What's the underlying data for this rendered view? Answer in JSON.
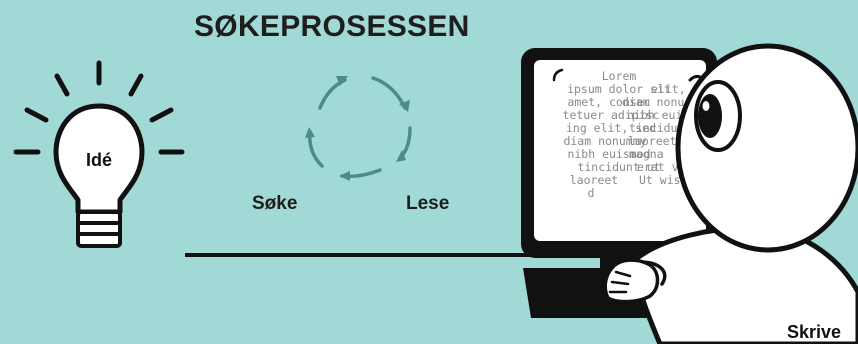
{
  "title": "SØKEPROSESSEN",
  "labels": {
    "idea": "Idé",
    "search": "Søke",
    "read": "Lese",
    "write": "Skrive"
  },
  "screen_text": {
    "col_a": [
      "Lorem",
      "ipsum dolor sit",
      "amet, consec",
      "tetuer adipisc",
      "ing elit, sed",
      "diam nonummy",
      "nibh euismod",
      "tincidunt ut",
      "laoreet",
      "d"
    ],
    "col_b": [
      "elit,",
      "diam nonu",
      "nibh euis",
      "tincidunt",
      "laoreet",
      "magna",
      "erat vo",
      "Ut wisi"
    ]
  },
  "colors": {
    "background": "#a1d9d6",
    "arrows": "#4b8a8e",
    "ink": "#111111"
  },
  "icons": [
    "lightbulb-icon",
    "cycle-arrows-icon",
    "person-at-computer-illustration"
  ]
}
